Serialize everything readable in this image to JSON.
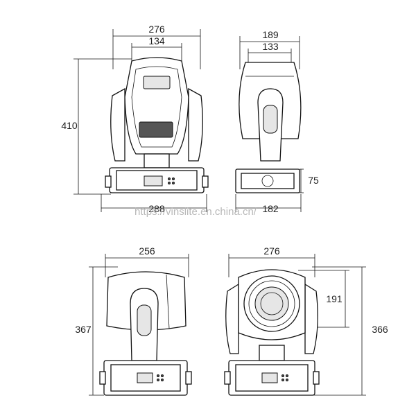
{
  "watermark": "https://vinslite.en.china.cn/",
  "views": {
    "front": {
      "width_total": "276",
      "width_inner": "134",
      "height": "410",
      "base_width": "288"
    },
    "side": {
      "width_total": "189",
      "width_inner": "133",
      "base_height": "75",
      "base_depth": "182"
    },
    "tilted_side": {
      "width": "256",
      "height": "367"
    },
    "lens_front": {
      "width": "276",
      "lens_height": "191",
      "height": "366"
    }
  }
}
